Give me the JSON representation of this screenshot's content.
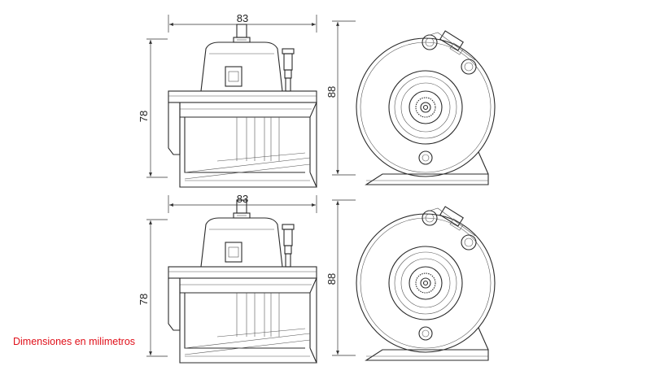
{
  "caption": "Dimensiones en milimetros",
  "views": [
    {
      "name": "top-horn",
      "side_width_label": "83",
      "side_height_label": "78",
      "front_height_label": "88"
    },
    {
      "name": "bottom-horn",
      "side_width_label": "83",
      "side_height_label": "78",
      "front_height_label": "88"
    }
  ],
  "colors": {
    "line": "#2a2a2a",
    "caption": "#e0101a"
  }
}
